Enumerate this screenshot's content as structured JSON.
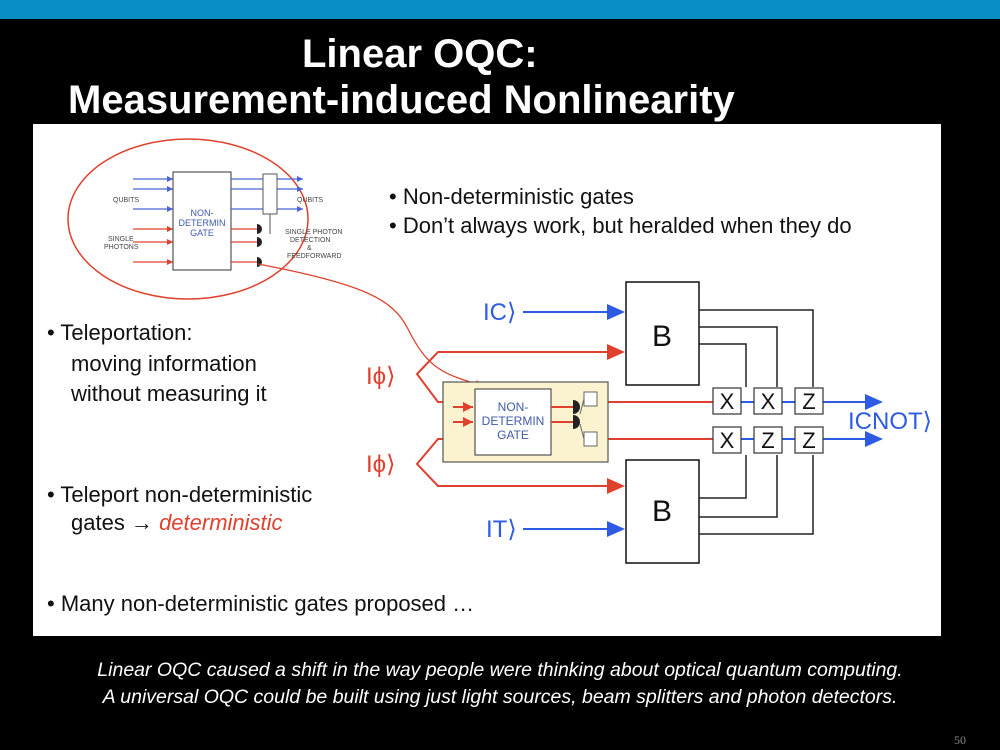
{
  "title": {
    "line1": "Linear OQC:",
    "line2": "Measurement-induced  Nonlinearity"
  },
  "bullets": {
    "nondet1": "• Non-deterministic gates",
    "nondet2": "• Don’t always work, but heralded when they do",
    "tele1": "• Teleportation:",
    "tele2": "moving information",
    "tele3": "without measuring it",
    "tnd1": "• Teleport non-deterministic",
    "tnd2": "gates →",
    "tnd2_emph": "deterministic",
    "many": "• Many non-deterministic gates proposed …"
  },
  "inset": {
    "qubits_in": "QUBITS",
    "qubits_out": "QUBITS",
    "single": "SINGLE",
    "photons": "PHOTONS",
    "gate1": "NON-",
    "gate2": "DETERMIN",
    "gate3": "GATE",
    "det1": "SINGLE PHOTON",
    "det2": "DETECTION",
    "det3": "&",
    "det4": "FEEDFORWARD"
  },
  "circuit": {
    "ic": "IC⟩",
    "it": "IT⟩",
    "phi1": "Iϕ⟩",
    "phi2": "Iϕ⟩",
    "cnot": "ICNOT⟩",
    "b_top": "B",
    "b_bottom": "B",
    "gate1": "NON-",
    "gate2": "DETERMIN",
    "gate3": "GATE",
    "g_r1": [
      "X",
      "X",
      "Z"
    ],
    "g_r2": [
      "X",
      "Z",
      "Z"
    ]
  },
  "caption": {
    "line1": "Linear OQC caused a shift in the way people were thinking about optical quantum computing.",
    "line2": "A universal OQC could be built using just light sources, beam splitters and photon detectors."
  },
  "page_number": "50",
  "colors": {
    "topbar": "#0a8fc4",
    "red": "#e0412e",
    "blue": "#2d5be3",
    "gate_fill": "#fbf2cf"
  }
}
